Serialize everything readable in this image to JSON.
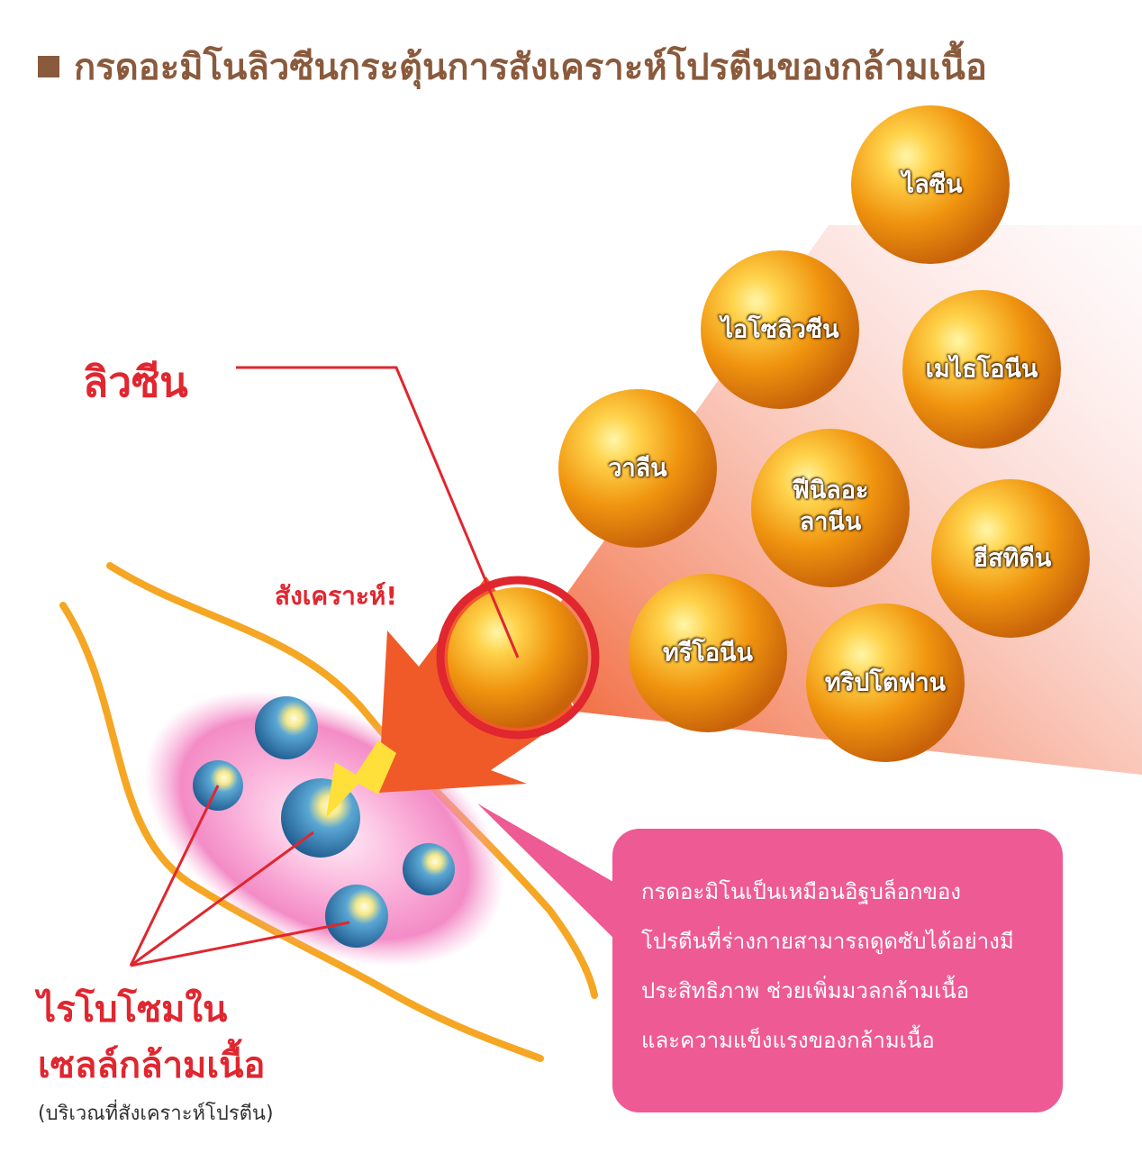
{
  "title": "กรดอะมิโนลิวซีนกระตุ้นการสังเคราะห์โปรตีนของกล้ามเนื้อ",
  "colors": {
    "title": "#8a5a3c",
    "accent_red": "#e0262f",
    "sphere_orange": "#e8870f",
    "arrow_orange": "#f05a28",
    "info_pink": "#ee5a93",
    "muscle_outline": "#f5a623",
    "ribosome_blue": "#2a6fa6"
  },
  "amino_acids": [
    {
      "name": "ไลซีน"
    },
    {
      "name": "ไอโซลิวซีน"
    },
    {
      "name": "เมไธโอนีน"
    },
    {
      "name": "วาลีน"
    },
    {
      "name": "ฟีนิลอะ\nลานีน"
    },
    {
      "name": "ฮีสทิดีน"
    },
    {
      "name": "ทรีโอนีน"
    },
    {
      "name": "ทริปโตฟาน"
    }
  ],
  "leucine_label": "ลิวซีน",
  "synthesis_label": "สังเคราะห์!",
  "ribosome_label": {
    "line1": "ไรโบโซมใน",
    "line2": "เซลล์กล้ามเนื้อ",
    "sub": "(บริเวณที่สังเคราะห์โปรตีน)"
  },
  "info_box": {
    "lines": [
      "กรดอะมิโนเป็นเหมือนอิฐบล็อกของ",
      "โปรตีนที่ร่างกายสามารถดูดซับได้อย่างมี",
      "ประสิทธิภาพ ช่วยเพิ่มมวลกล้ามเนื้อ",
      "และความแข็งแรงของกล้ามเนื้อ"
    ]
  }
}
